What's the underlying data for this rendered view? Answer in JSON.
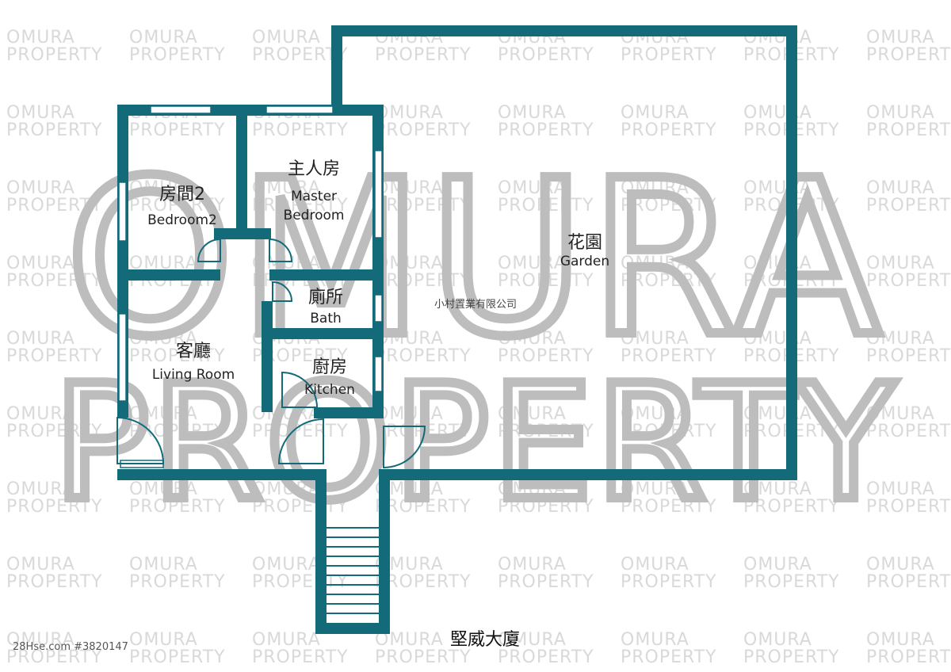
{
  "watermark": {
    "brand_line1": "OMURA",
    "brand_line2": "PROPERTY"
  },
  "rooms": {
    "bedroom2": {
      "zh": "房間2",
      "en": "Bedroom2"
    },
    "master_bedroom": {
      "zh": "主人房",
      "en_line1": "Master",
      "en_line2": "Bedroom"
    },
    "garden": {
      "zh": "花園",
      "en": "Garden"
    },
    "bath": {
      "zh": "廁所",
      "en": "Bath"
    },
    "living_room": {
      "zh": "客廳",
      "en": "Living Room"
    },
    "kitchen": {
      "zh": "廚房",
      "en": "Kitchen"
    }
  },
  "company_name": "小村置業有限公司",
  "building_name": "堅威大廈",
  "listing_ref": "28Hse.com #3820147",
  "colors": {
    "wall": "#136b7a",
    "watermark_large": "#bdbdbd",
    "watermark_small": "#d9d9d9"
  }
}
